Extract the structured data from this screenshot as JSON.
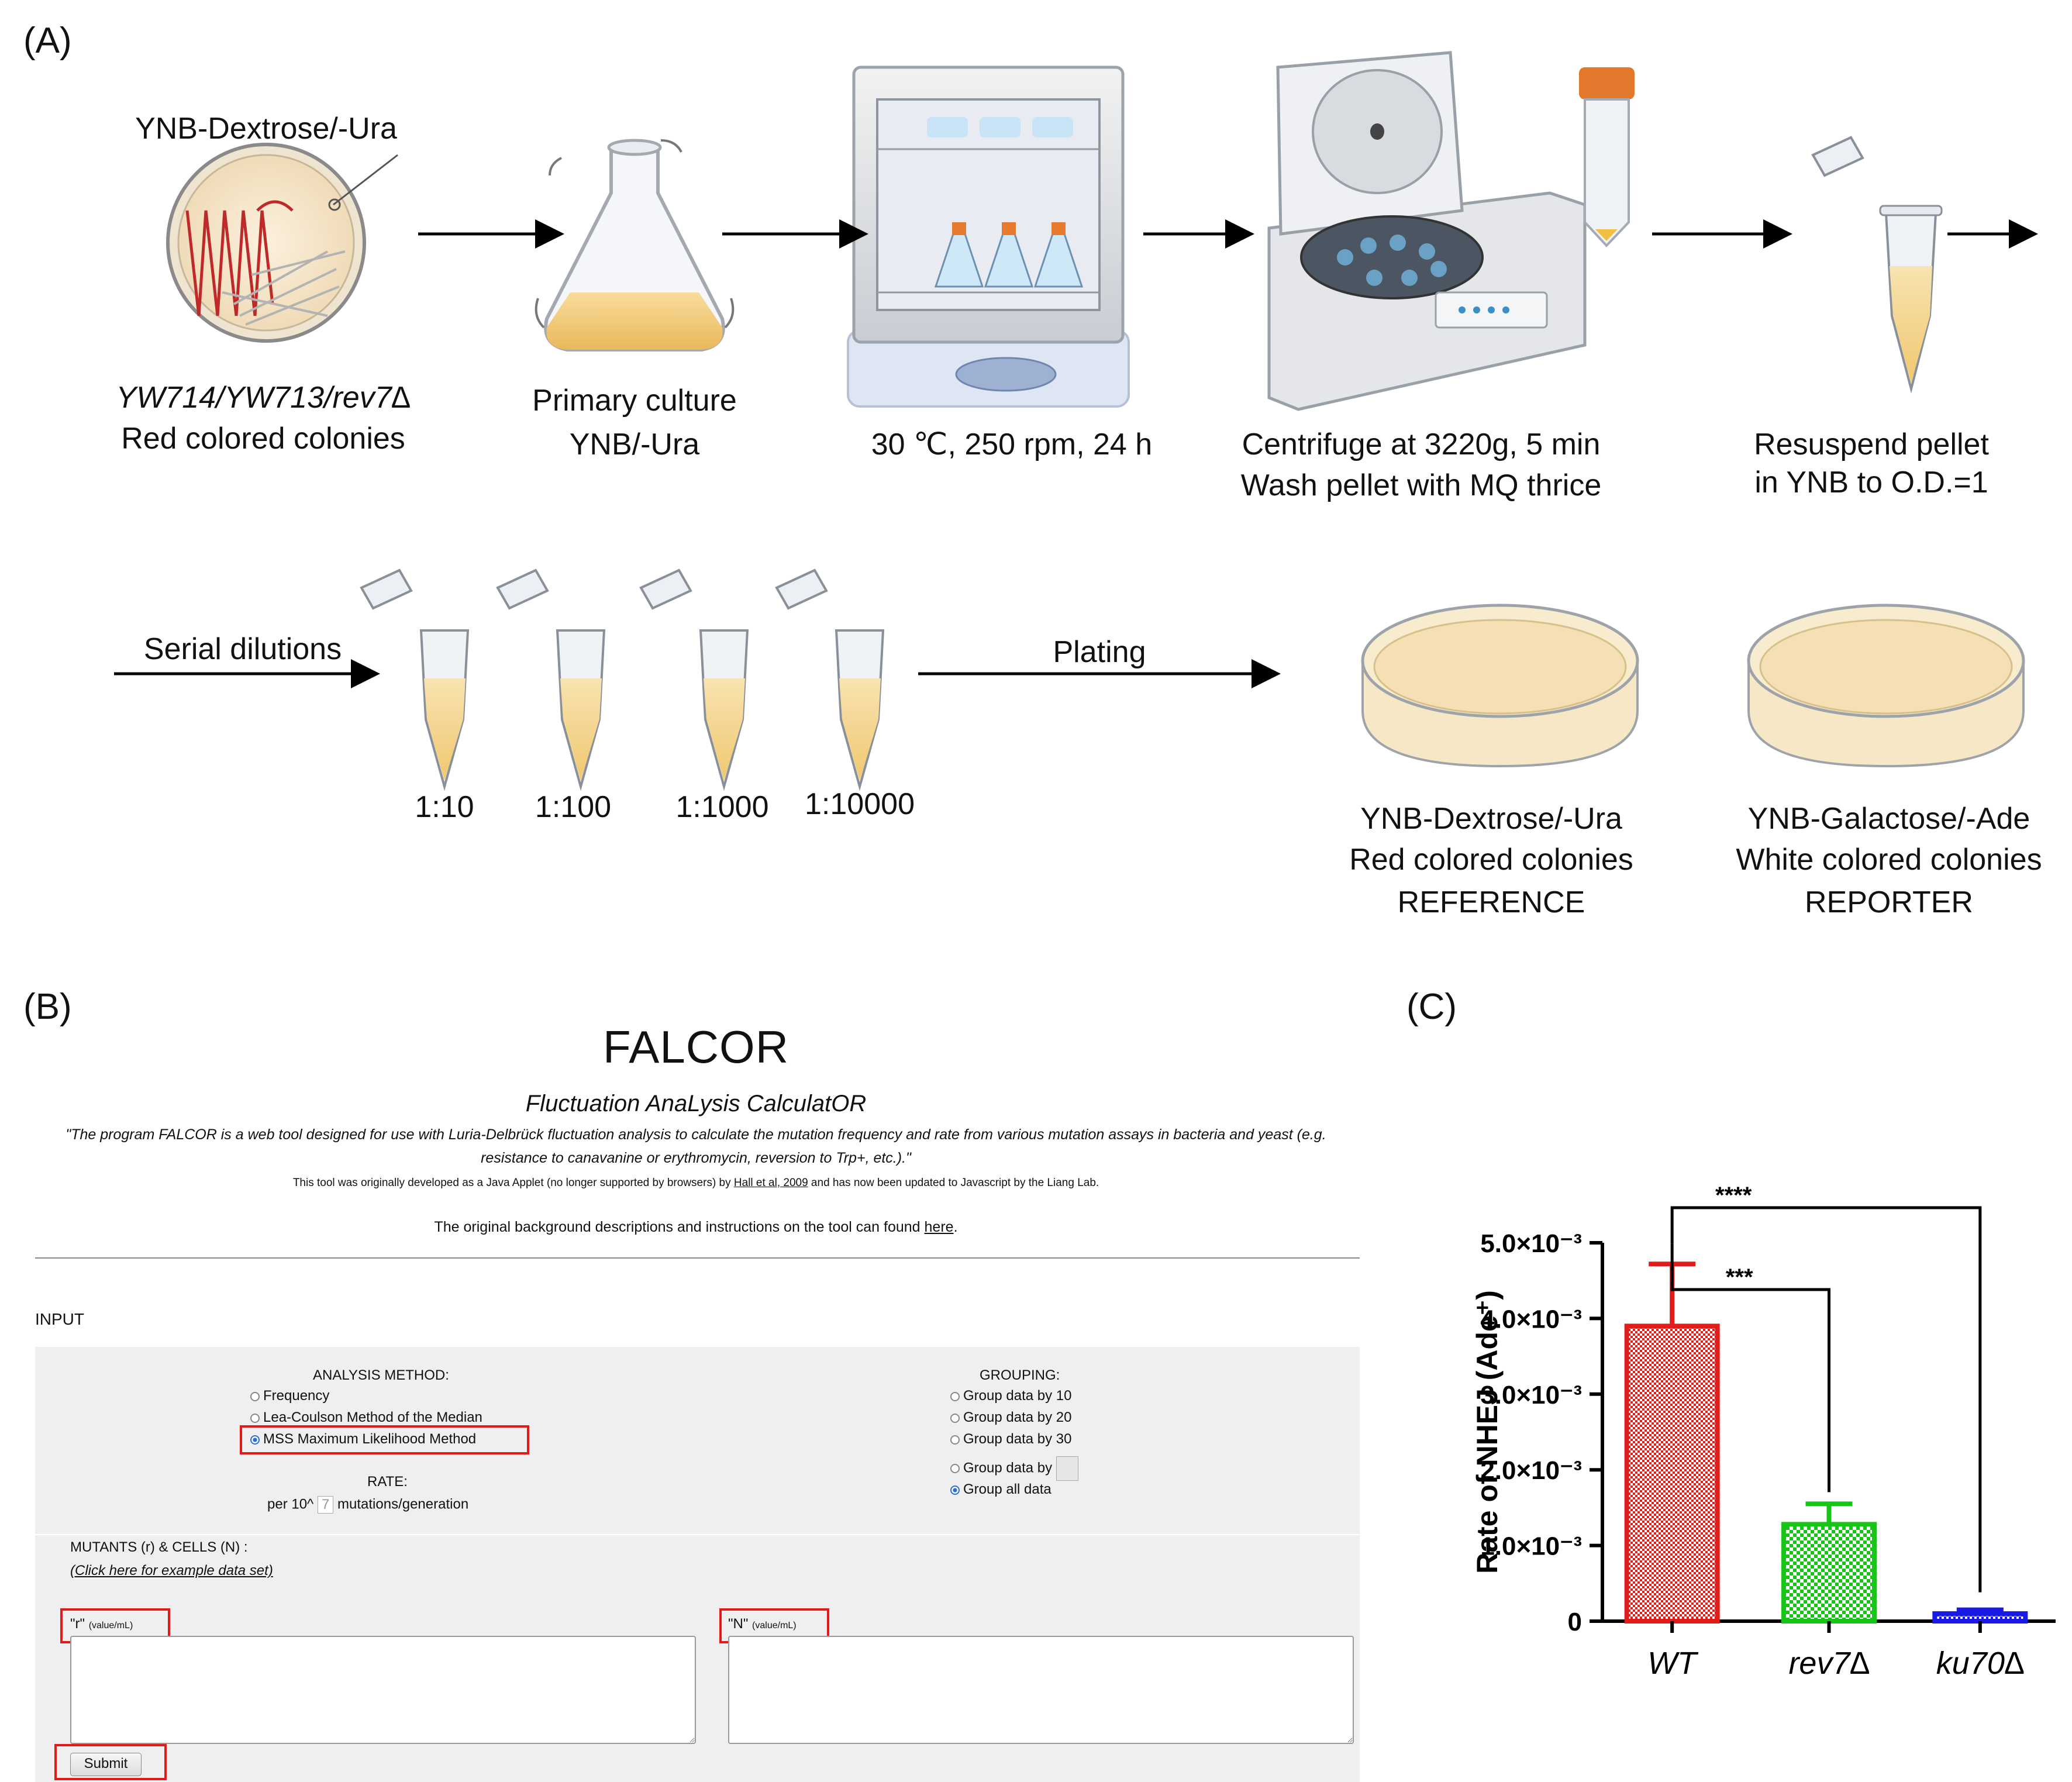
{
  "panel_a": {
    "letter": "(A)",
    "plate_label": "YNB-Dextrose/-Ura",
    "strains": "YW714/YW713/rev7∆",
    "strains_caption": "Red colored colonies",
    "primary_culture": "Primary culture",
    "primary_medium": "YNB/-Ura",
    "incubation": "30 ℃, 250 rpm, 24 h",
    "centrifuge": "Centrifuge at 3220g, 5 min",
    "wash": "Wash pellet with MQ thrice",
    "resuspend": "Resuspend pellet",
    "resuspend_2": "in YNB to O.D.=1",
    "serial": "Serial dilutions",
    "dilutions": [
      "1:10",
      "1:100",
      "1:1000",
      "1:10000"
    ],
    "plating": "Plating",
    "reference_medium": "YNB-Dextrose/-Ura",
    "reference_colonies": "Red colored colonies",
    "reference_tag": "REFERENCE",
    "reporter_medium": "YNB-Galactose/-Ade",
    "reporter_colonies": "White colored colonies",
    "reporter_tag": "REPORTER"
  },
  "panel_b": {
    "letter": "(B)",
    "title": "FALCOR",
    "subtitle": "Fluctuation AnaLysis CalculatOR",
    "description": "\"The program FALCOR is a web tool designed for use with Luria-Delbrück fluctuation analysis to calculate the mutation frequency and rate from various mutation assays in bacteria and yeast (e.g. resistance to canavanine or erythromycin, reversion to Trp+, etc.).\"",
    "history_pre": "This tool was originally developed as a Java Applet (no longer supported by browsers) by ",
    "history_link": "Hall et al, 2009",
    "history_post": " and has now been updated to Javascript by the Liang Lab.",
    "instructions_pre": "The original background descriptions and instructions on the tool can found ",
    "instructions_link": "here",
    "instructions_post": ".",
    "input_heading": "INPUT",
    "analysis_heading": "ANALYSIS METHOD:",
    "methods": [
      "Frequency",
      "Lea-Coulson Method of the Median",
      "MSS Maximum Likelihood Method"
    ],
    "selected_method": "MSS Maximum Likelihood Method",
    "rate_heading": "RATE:",
    "rate_prefix": "per 10^",
    "rate_value": "7",
    "rate_suffix": "mutations/generation",
    "grouping_heading": "GROUPING:",
    "groupings": [
      "Group data by 10",
      "Group data by 20",
      "Group data by 30",
      "Group data by",
      "Group all data"
    ],
    "selected_grouping": "Group all data",
    "mutants_heading": "MUTANTS (r) & CELLS (N) :",
    "example_link": "(Click here for example data set)",
    "r_label": "\"r\"",
    "r_unit": "(value/mL)",
    "n_label": "\"N\"",
    "n_unit": "(value/mL)",
    "submit": "Submit"
  },
  "panel_c": {
    "letter": "(C)"
  },
  "chart_data": {
    "type": "bar",
    "title": "",
    "ylabel": "Rate of NHEJ (Ade⁺)",
    "xlabel": "",
    "categories": [
      "WT",
      "rev7∆",
      "ku70∆"
    ],
    "values": [
      0.0039,
      0.00128,
      0.0001
    ],
    "errors": [
      0.00082,
      0.00027,
      5e-05
    ],
    "colors": [
      "#e21b1b",
      "#17c417",
      "#1a1ae6"
    ],
    "ylim": [
      0,
      0.005
    ],
    "yticks": [
      0,
      0.001,
      0.002,
      0.003,
      0.004,
      0.005
    ],
    "ytick_labels": [
      "0",
      "1.0×10⁻³",
      "2.0×10⁻³",
      "3.0×10⁻³",
      "4.0×10⁻³",
      "5.0×10⁻³"
    ],
    "significance": [
      {
        "from": "WT",
        "to": "rev7∆",
        "label": "***"
      },
      {
        "from": "WT",
        "to": "ku70∆",
        "label": "****"
      }
    ]
  }
}
